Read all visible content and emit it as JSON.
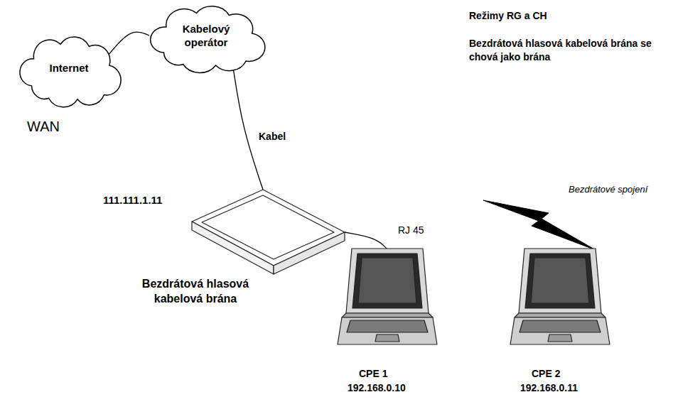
{
  "diagram": {
    "title": "Režimy RG a CH",
    "nodes": [
      {
        "text": [
          "Internet"
        ]
      },
      {
        "text": [
          "Kabelový operátor"
        ]
      },
      {
        "text": [
          "111.111.1.11",
          "Bezdrátová hlasová kabelová brána"
        ]
      },
      {
        "text": [
          "CPE 1",
          "192.168.0.10"
        ]
      },
      {
        "text": [
          "CPE 2",
          "192.168.0.11"
        ]
      }
    ],
    "edges": [
      {
        "from": 0,
        "to": 1,
        "arrow": "none"
      },
      {
        "from": 1,
        "to": 2,
        "label": "Kabel",
        "arrow": "none"
      },
      {
        "from": 2,
        "to": 3,
        "label": "RJ 45",
        "arrow": "none"
      }
    ],
    "labels": [
      "WAN",
      "Bezdrátová hlasová kabelová brána se chová jako brána",
      "Bezdrátové spojení"
    ]
  }
}
